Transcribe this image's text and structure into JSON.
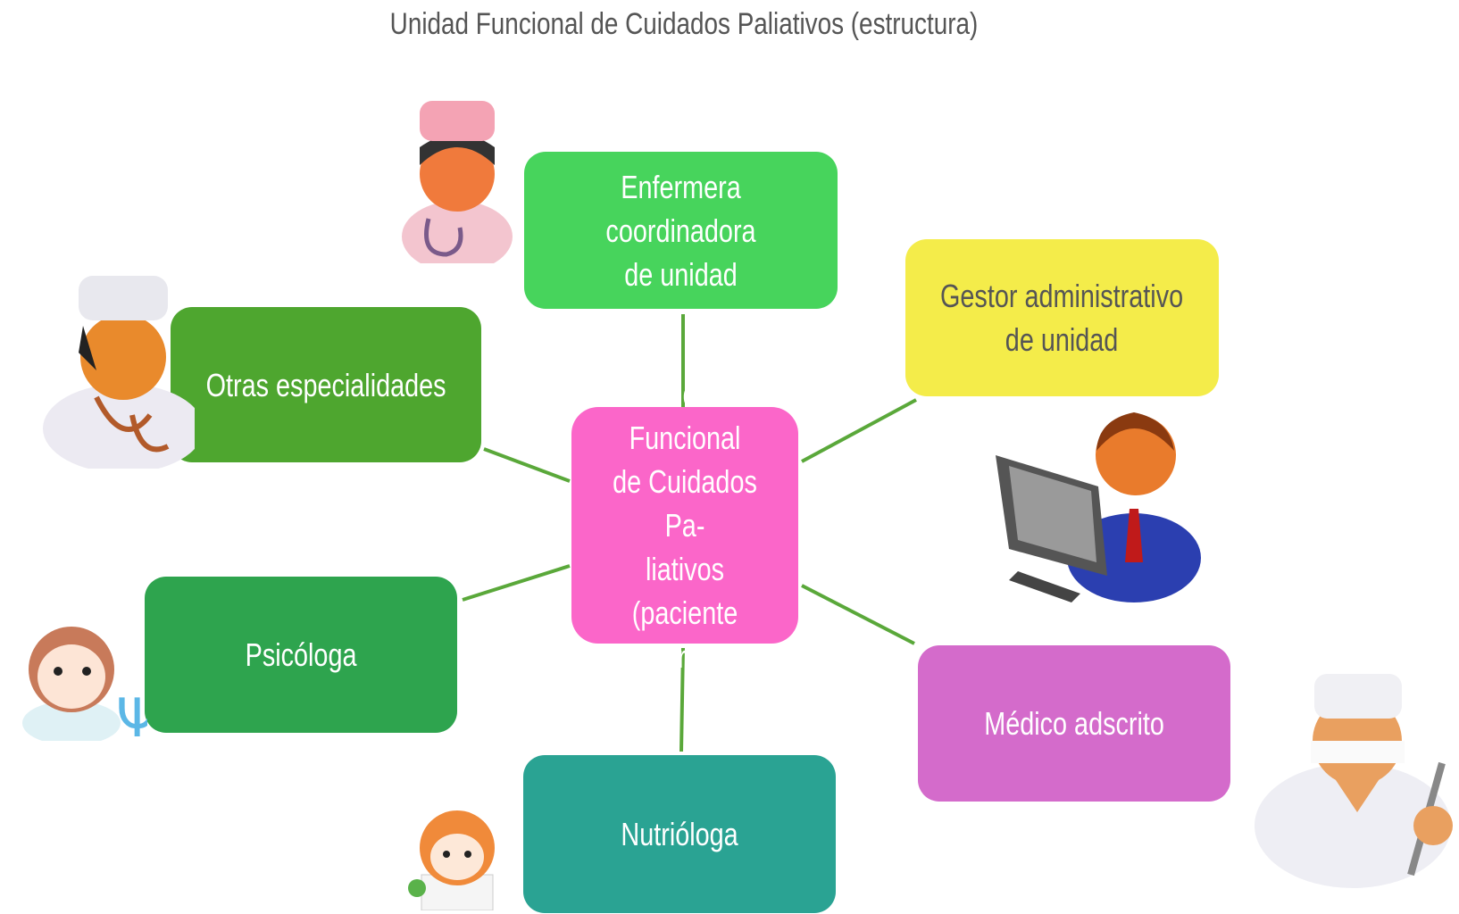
{
  "title": "Unidad Funcional de Cuidados Paliativos (estructura)",
  "center": {
    "label": "Unidad Funcional\nde Cuidados Pa-\nliativos (paciente\nprimera vez)",
    "color": "#fb66c9"
  },
  "nodes": {
    "enfermera": {
      "label": "Enfermera coordinadora\nde unidad",
      "color": "#47d45c"
    },
    "gestor": {
      "label": "Gestor administrativo\nde unidad",
      "color": "#f4ec4a"
    },
    "otras": {
      "label": "Otras especialidades",
      "color": "#4ea62f"
    },
    "psicologa": {
      "label": "Psicóloga",
      "color": "#2ea44e"
    },
    "medico": {
      "label": "Médico adscrito",
      "color": "#d46bcb"
    },
    "nutriologa": {
      "label": "Nutrióloga",
      "color": "#2aa393"
    }
  },
  "link_color": "#5aa83a"
}
